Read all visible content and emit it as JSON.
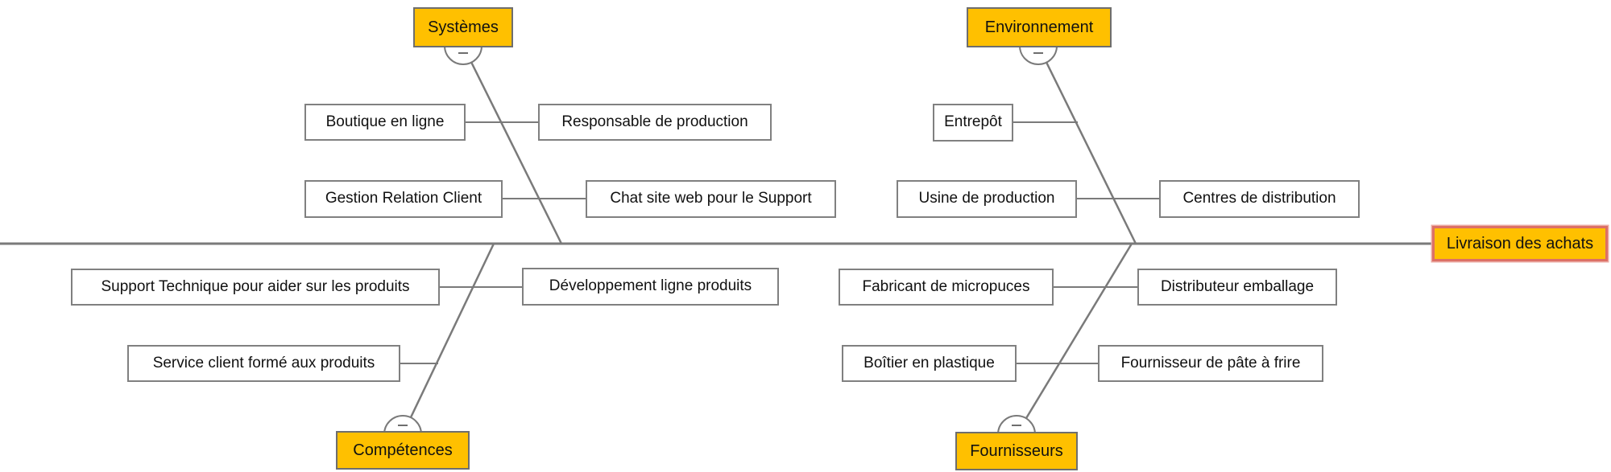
{
  "diagram": {
    "type": "fishbone-ishikawa",
    "problem": {
      "label": "Livraison des achats"
    },
    "branches": [
      {
        "label": "Systèmes",
        "position": "top-left",
        "causes": [
          {
            "label": "Boutique en ligne"
          },
          {
            "label": "Responsable de production"
          },
          {
            "label": "Gestion Relation Client"
          },
          {
            "label": "Chat site web pour le Support"
          }
        ]
      },
      {
        "label": "Environnement",
        "position": "top-right",
        "causes": [
          {
            "label": "Entrepôt"
          },
          {
            "label": "Usine de production"
          },
          {
            "label": "Centres de distribution"
          }
        ]
      },
      {
        "label": "Compétences",
        "position": "bottom-left",
        "causes": [
          {
            "label": "Support Technique pour aider sur les produits"
          },
          {
            "label": "Développement ligne produits"
          },
          {
            "label": "Service client formé aux produits"
          }
        ]
      },
      {
        "label": "Fournisseurs",
        "position": "bottom-right",
        "causes": [
          {
            "label": "Fabricant de micropuces"
          },
          {
            "label": "Distributeur emballage"
          },
          {
            "label": "Boîtier en plastique"
          },
          {
            "label": "Fournisseur de pâte à frire"
          }
        ]
      }
    ],
    "icons": {
      "collapse_glyph": "-"
    },
    "colors": {
      "category_fill": "#FFC000",
      "category_border": "#6E6E6E",
      "problem_fill": "#FFC000",
      "problem_border": "#DC7066",
      "cause_border": "#808080",
      "line": "#7A7A7A",
      "text": "#111111",
      "background": "#FFFFFF"
    }
  }
}
